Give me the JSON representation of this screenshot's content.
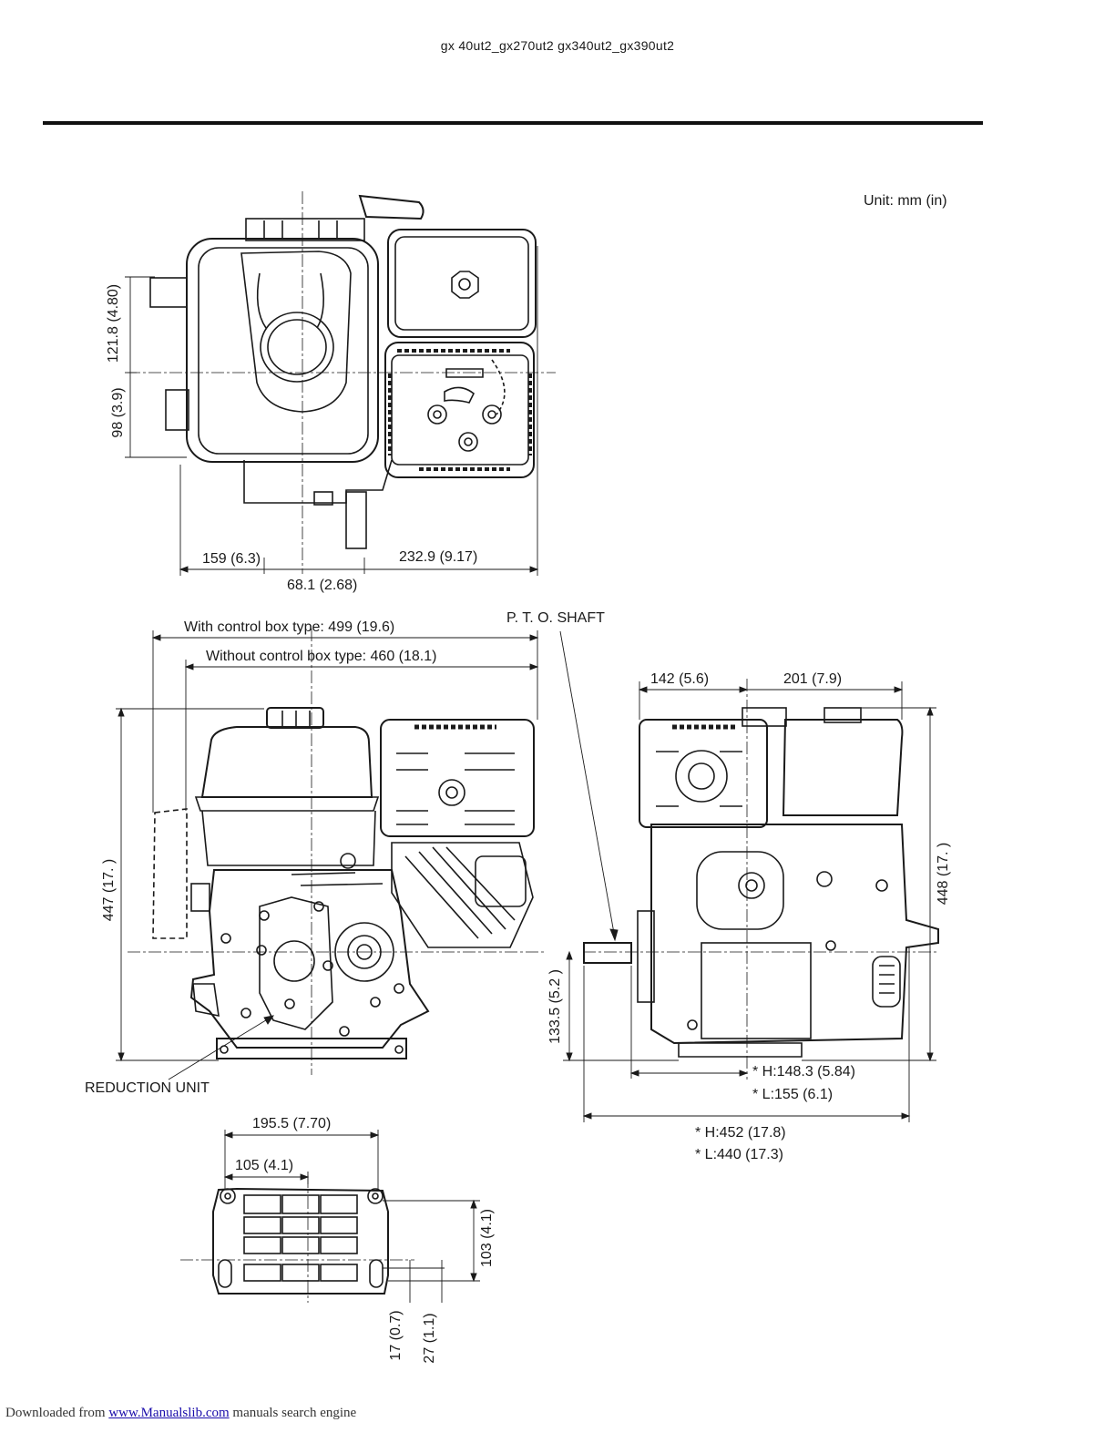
{
  "header": {
    "title": "gx  40ut2_gx270ut2  gx340ut2_gx390ut2"
  },
  "unit_note": "Unit: mm (in)",
  "top_view": {
    "dim_121_8": "121.8 (4.80)",
    "dim_98": "98 (3.9)",
    "dim_159": "159 (6.3)",
    "dim_232_9": "232.9 (9.17)",
    "dim_68_1": "68.1 (2.68)"
  },
  "front_view": {
    "with_control_box": "With control box type: 499 (19.6)",
    "without_control_box": "Without control box type: 460 (18.1)",
    "height_447": "447 (17.  )",
    "reduction_unit": "REDUCTION UNIT",
    "pto_shaft": "P. T. O. SHAFT"
  },
  "side_view": {
    "dim_142": "142 (5.6)",
    "dim_201": "201 (7.9)",
    "height_448": "448 (17.  )",
    "dim_133_5": "133.5 (5.2 )",
    "h_148_3": "* H:148.3 (5.84)",
    "l_155": "* L:155 (6.1)",
    "h_452": "* H:452 (17.8)",
    "l_440": "* L:440 (17.3)"
  },
  "base_view": {
    "dim_195_5": "195.5 (7.70)",
    "dim_105": "105 (4.1)",
    "dim_103": "103 (4.1)",
    "dim_17": "17 (0.7)",
    "dim_27": "27 (1.1)"
  },
  "footer": {
    "prefix": "Downloaded from",
    "link_text": "www.Manualslib.com",
    "suffix": "manuals search engine"
  }
}
